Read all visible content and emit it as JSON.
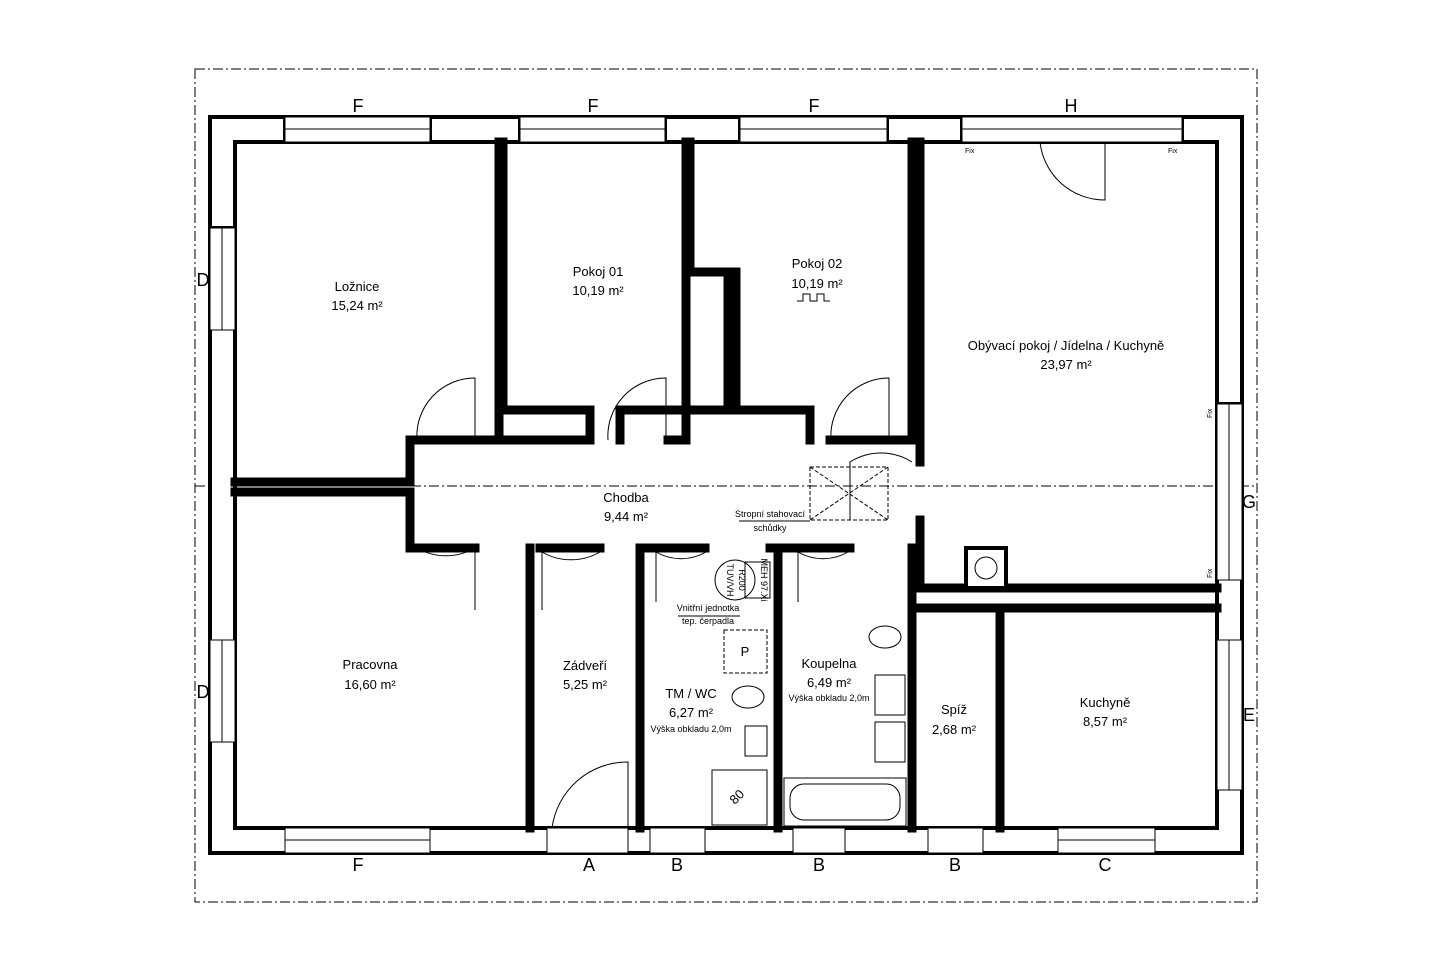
{
  "title": "Floor plan",
  "rooms": [
    {
      "name": "Ložnice",
      "area": "15,24 m²"
    },
    {
      "name": "Pokoj 01",
      "area": "10,19 m²"
    },
    {
      "name": "Pokoj 02",
      "area": "10,19 m²"
    },
    {
      "name": "Obývací pokoj / Jídelna / Kuchyně",
      "area": "23,97 m²"
    },
    {
      "name": "Chodba",
      "area": "9,44 m²"
    },
    {
      "name": "Pracovna",
      "area": "16,60 m²"
    },
    {
      "name": "Zádveří",
      "area": "5,25 m²"
    },
    {
      "name": "TM / WC",
      "area": "6,27 m²",
      "note": "Výška obkladu 2,0m"
    },
    {
      "name": "Koupelna",
      "area": "6,49 m²",
      "note": "Výška obkladu 2,0m"
    },
    {
      "name": "Spíž",
      "area": "2,68 m²"
    },
    {
      "name": "Kuchyně",
      "area": "8,57 m²"
    }
  ],
  "annotations": {
    "ladder_1": "Stropní stahovací",
    "ladder_2": "schůdky",
    "unit_1": "Vnitřní jednotka",
    "unit_2": "tep. čerpadla",
    "tank": "TUV/VH",
    "tank_size": "R200",
    "meter": "MEH 97.Xi",
    "p": "P",
    "shower": "80",
    "fix": "Fix"
  },
  "window_labels": {
    "top": [
      "F",
      "F",
      "F",
      "H"
    ],
    "left": [
      "D",
      "D"
    ],
    "right": [
      "G",
      "E"
    ],
    "bottom": [
      "F",
      "A",
      "B",
      "B",
      "B",
      "C"
    ]
  }
}
